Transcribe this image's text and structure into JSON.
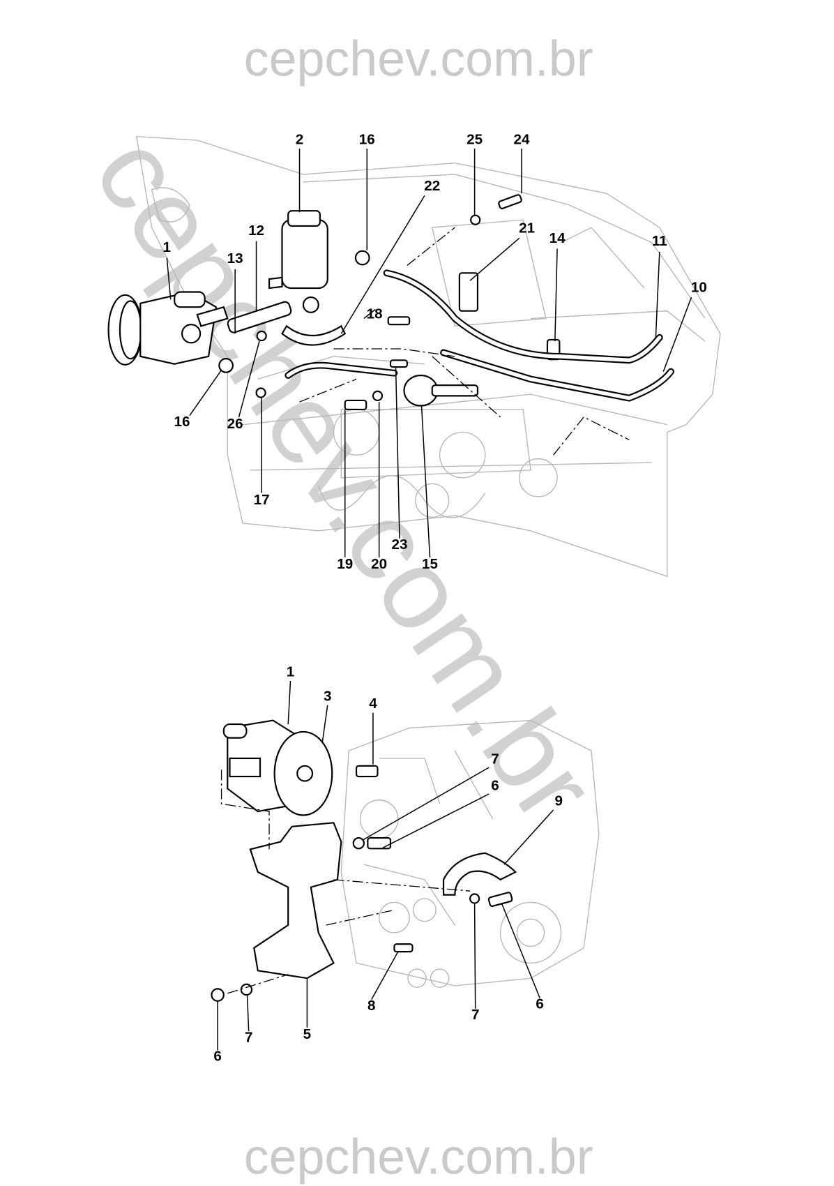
{
  "watermark": {
    "top": "cepchev.com.br",
    "bottom": "cepchev.com.br",
    "diagonal": "cepchev.com.br"
  },
  "top_diagram": {
    "callouts": [
      "1",
      "2",
      "16",
      "25",
      "24",
      "22",
      "12",
      "13",
      "21",
      "14",
      "11",
      "10",
      "18",
      "16",
      "26",
      "17",
      "19",
      "20",
      "23",
      "15"
    ]
  },
  "bottom_diagram": {
    "callouts": [
      "1",
      "3",
      "4",
      "7",
      "6",
      "9",
      "8",
      "7",
      "6",
      "5",
      "7",
      "6"
    ]
  }
}
